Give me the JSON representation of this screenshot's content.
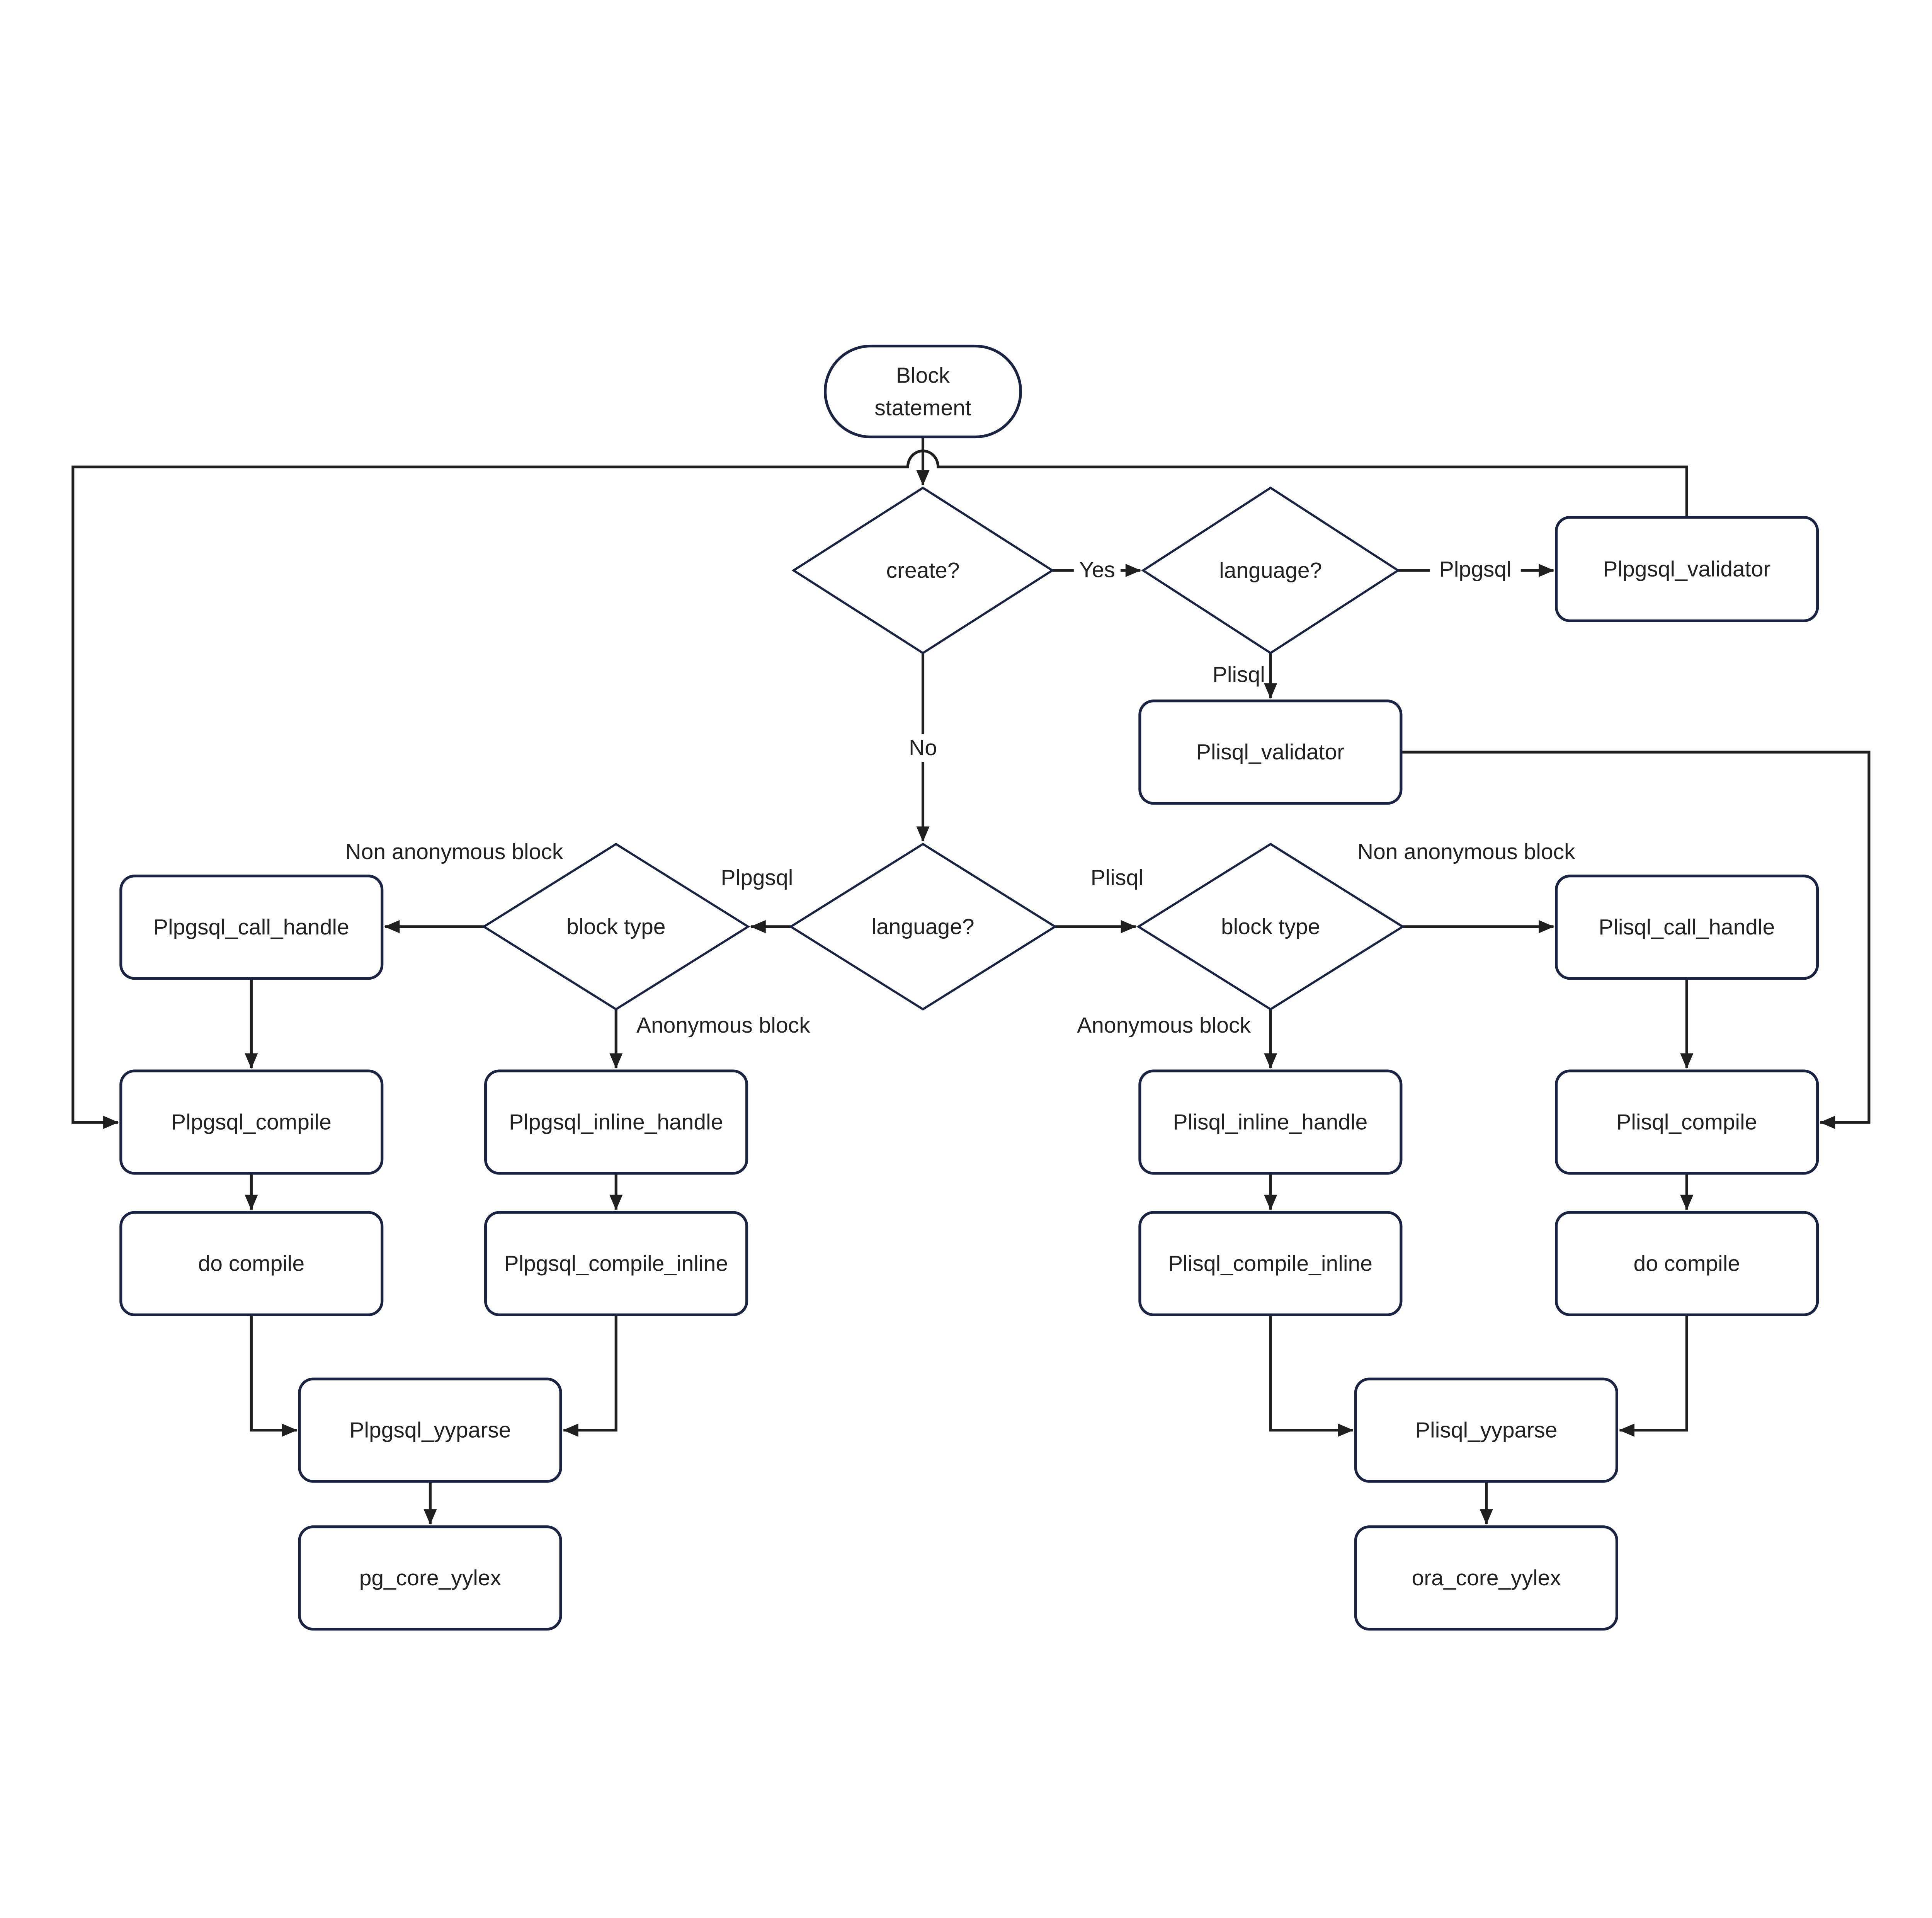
{
  "diagram": {
    "colors": {
      "background": "#ffffff",
      "shape_border": "#1b2342",
      "connector": "#1f1f1f",
      "text": "#212121"
    },
    "nodes": {
      "start": {
        "type": "terminator",
        "line1": "Block",
        "line2": "statement"
      },
      "create": {
        "type": "decision",
        "label": "create?"
      },
      "language_top": {
        "type": "decision",
        "label": "language?"
      },
      "plpgsql_validator": {
        "type": "process",
        "label": "Plpgsql_validator"
      },
      "plisql_validator": {
        "type": "process",
        "label": "Plisql_validator"
      },
      "language_mid": {
        "type": "decision",
        "label": "language?"
      },
      "block_type_left": {
        "type": "decision",
        "label": "block type"
      },
      "block_type_right": {
        "type": "decision",
        "label": "block type"
      },
      "plpgsql_call_handle": {
        "type": "process",
        "label": "Plpgsql_call_handle"
      },
      "plpgsql_compile": {
        "type": "process",
        "label": "Plpgsql_compile"
      },
      "do_compile_left": {
        "type": "process",
        "label": "do compile"
      },
      "plpgsql_inline_handle": {
        "type": "process",
        "label": "Plpgsql_inline_handle"
      },
      "plpgsql_compile_inline": {
        "type": "process",
        "label": "Plpgsql_compile_inline"
      },
      "plpgsql_yyparse": {
        "type": "process",
        "label": "Plpgsql_yyparse"
      },
      "pg_core_yylex": {
        "type": "process",
        "label": "pg_core_yylex"
      },
      "plisql_call_handle": {
        "type": "process",
        "label": "Plisql_call_handle"
      },
      "plisql_compile": {
        "type": "process",
        "label": "Plisql_compile"
      },
      "do_compile_right": {
        "type": "process",
        "label": "do compile"
      },
      "plisql_inline_handle": {
        "type": "process",
        "label": "Plisql_inline_handle"
      },
      "plisql_compile_inline": {
        "type": "process",
        "label": "Plisql_compile_inline"
      },
      "plisql_yyparse": {
        "type": "process",
        "label": "Plisql_yyparse"
      },
      "ora_core_yylex": {
        "type": "process",
        "label": "ora_core_yylex"
      }
    },
    "edge_labels": {
      "yes": "Yes",
      "no": "No",
      "plpgsql_top": "Plpgsql",
      "plisql_top": "Plisql",
      "plpgsql_mid": "Plpgsql",
      "plisql_mid": "Plisql",
      "non_anonymous_left": "Non anonymous block",
      "anonymous_left": "Anonymous block",
      "non_anonymous_right": "Non anonymous block",
      "anonymous_right": "Anonymous block"
    },
    "edges": [
      {
        "from": "Block statement",
        "to": "create?",
        "label": ""
      },
      {
        "from": "create?",
        "to": "language? (top)",
        "label": "Yes"
      },
      {
        "from": "language? (top)",
        "to": "Plpgsql_validator",
        "label": "Plpgsql"
      },
      {
        "from": "language? (top)",
        "to": "Plisql_validator",
        "label": "Plisql"
      },
      {
        "from": "Plpgsql_validator",
        "to": "Plpgsql_compile",
        "label": ""
      },
      {
        "from": "Plisql_validator",
        "to": "Plisql_compile",
        "label": ""
      },
      {
        "from": "create?",
        "to": "language? (middle)",
        "label": "No"
      },
      {
        "from": "language? (middle)",
        "to": "block type (left)",
        "label": "Plpgsql"
      },
      {
        "from": "language? (middle)",
        "to": "block type (right)",
        "label": "Plisql"
      },
      {
        "from": "block type (left)",
        "to": "Plpgsql_call_handle",
        "label": "Non anonymous block"
      },
      {
        "from": "block type (left)",
        "to": "Plpgsql_inline_handle",
        "label": "Anonymous block"
      },
      {
        "from": "block type (right)",
        "to": "Plisql_call_handle",
        "label": "Non anonymous block"
      },
      {
        "from": "block type (right)",
        "to": "Plisql_inline_handle",
        "label": "Anonymous block"
      },
      {
        "from": "Plpgsql_call_handle",
        "to": "Plpgsql_compile",
        "label": ""
      },
      {
        "from": "Plpgsql_compile",
        "to": "do compile (left)",
        "label": ""
      },
      {
        "from": "do compile (left)",
        "to": "Plpgsql_yyparse",
        "label": ""
      },
      {
        "from": "Plpgsql_inline_handle",
        "to": "Plpgsql_compile_inline",
        "label": ""
      },
      {
        "from": "Plpgsql_compile_inline",
        "to": "Plpgsql_yyparse",
        "label": ""
      },
      {
        "from": "Plpgsql_yyparse",
        "to": "pg_core_yylex",
        "label": ""
      },
      {
        "from": "Plisql_call_handle",
        "to": "Plisql_compile",
        "label": ""
      },
      {
        "from": "Plisql_compile",
        "to": "do compile (right)",
        "label": ""
      },
      {
        "from": "do compile (right)",
        "to": "Plisql_yyparse",
        "label": ""
      },
      {
        "from": "Plisql_inline_handle",
        "to": "Plisql_compile_inline",
        "label": ""
      },
      {
        "from": "Plisql_compile_inline",
        "to": "Plisql_yyparse",
        "label": ""
      },
      {
        "from": "Plisql_yyparse",
        "to": "ora_core_yylex",
        "label": ""
      }
    ]
  }
}
